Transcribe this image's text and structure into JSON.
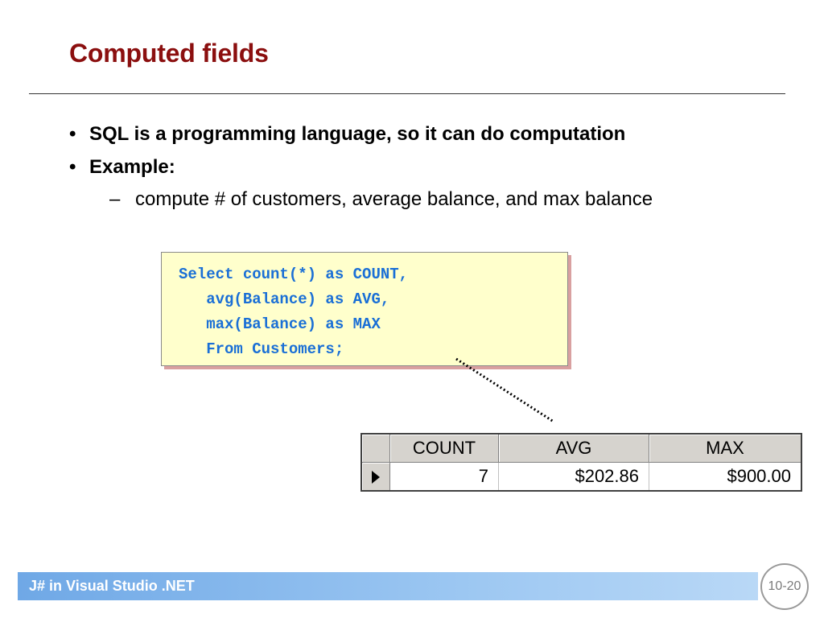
{
  "slide": {
    "title": "Computed fields",
    "bullets": [
      "SQL is a programming language, so it can do computation",
      "Example:"
    ],
    "sub_bullets": [
      "compute # of customers, average balance, and max balance"
    ],
    "bullet_symbol": "•",
    "sub_symbol": "–"
  },
  "code": {
    "text": "Select count(*) as COUNT,\n   avg(Balance) as AVG,\n   max(Balance) as MAX\n   From Customers;"
  },
  "result_grid": {
    "columns": [
      "COUNT",
      "AVG",
      "MAX"
    ],
    "rows": [
      [
        "7",
        "$202.86",
        "$900.00"
      ]
    ]
  },
  "footer": {
    "text": "J# in Visual Studio .NET",
    "page_number": "10-20"
  },
  "colors": {
    "title": "#8b0f0f",
    "code_text": "#1a6fd6",
    "code_background": "#ffffcc",
    "footer_bar": "#9cc7f2"
  }
}
